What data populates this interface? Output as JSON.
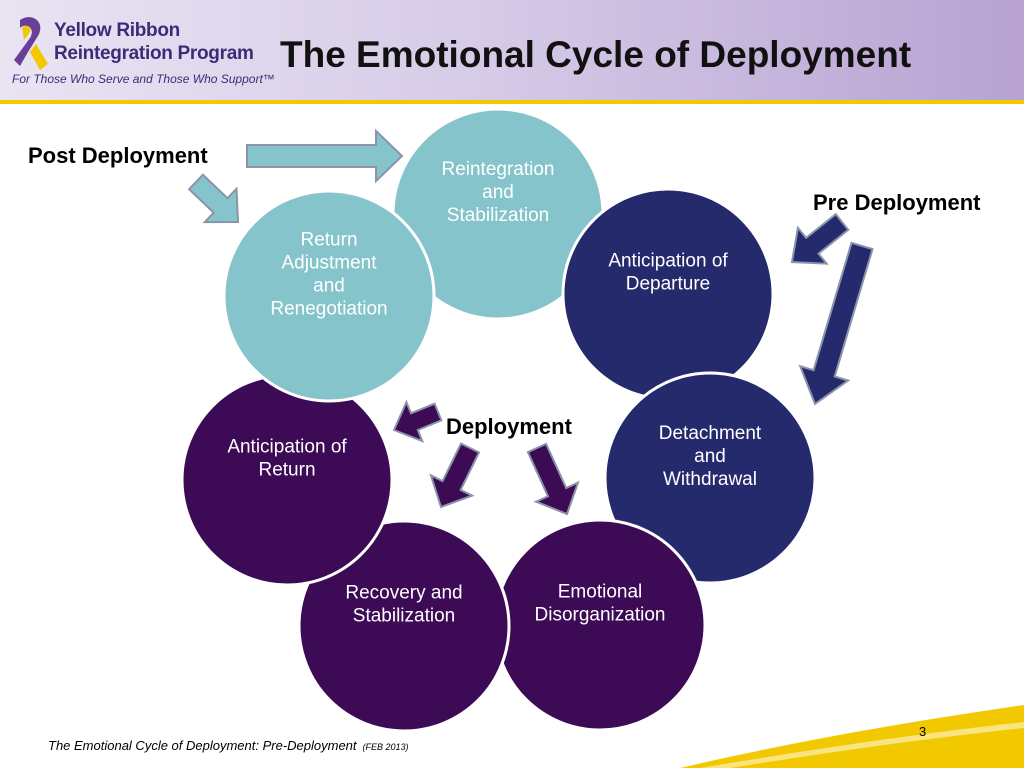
{
  "logo": {
    "line1": "Yellow Ribbon",
    "line2": "Reintegration Program",
    "tagline": "For Those Who Serve and Those Who Support™"
  },
  "title": "The Emotional Cycle of Deployment",
  "labels": {
    "post_deployment": "Post Deployment",
    "pre_deployment": "Pre Deployment",
    "deployment": "Deployment"
  },
  "stages": [
    {
      "lines": [
        "Reintegration",
        "and",
        "Stabilization"
      ],
      "phase": "post",
      "color": "#86c4cc"
    },
    {
      "lines": [
        "Anticipation of",
        "Departure"
      ],
      "phase": "pre",
      "color": "#252a6d"
    },
    {
      "lines": [
        "Detachment",
        "and",
        "Withdrawal"
      ],
      "phase": "pre",
      "color": "#252a6d"
    },
    {
      "lines": [
        "Emotional",
        "Disorganization"
      ],
      "phase": "deployment",
      "color": "#3d0a55"
    },
    {
      "lines": [
        "Recovery and",
        "Stabilization"
      ],
      "phase": "deployment",
      "color": "#3d0a55"
    },
    {
      "lines": [
        "Anticipation of",
        "Return"
      ],
      "phase": "deployment",
      "color": "#3d0a55"
    },
    {
      "lines": [
        "Return",
        "Adjustment",
        "and",
        "Renegotiation"
      ],
      "phase": "post",
      "color": "#86c4cc"
    }
  ],
  "colors": {
    "post_arrow": "#86c4cc",
    "pre_arrow": "#252a6d",
    "deployment_arrow": "#3d0a55",
    "header_rule": "#f2c800"
  },
  "footer": {
    "note": "The Emotional Cycle of Deployment:  Pre-Deployment",
    "date": "(FEB 2013)",
    "page": "3"
  }
}
